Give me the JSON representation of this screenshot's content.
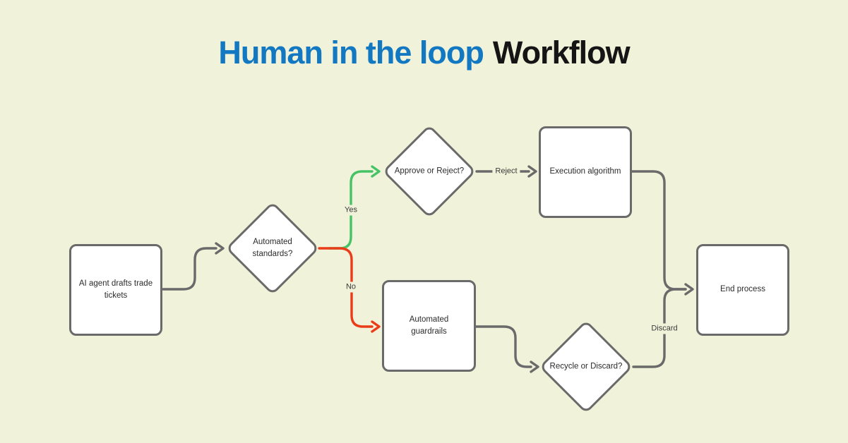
{
  "title": {
    "highlight": "Human in the loop",
    "rest": "Workflow"
  },
  "nodes": {
    "ai_agent": "AI agent drafts trade tickets",
    "automated_standards": "Automated standards?",
    "approve_reject": "Approve or Reject?",
    "execution_algorithm": "Execution algorithm",
    "automated_guardrails": "Automated guardrails",
    "recycle_discard": "Recycle or Discard?",
    "end_process": "End process"
  },
  "edge_labels": {
    "yes": "Yes",
    "no": "No",
    "reject": "Reject",
    "discard": "Discard"
  },
  "colors": {
    "background": "#f1f2da",
    "stroke_gray": "#6a6a6a",
    "yes_green": "#46c364",
    "no_red": "#ea3c18",
    "title_accent": "#1278c2",
    "title_dark": "#151515",
    "node_text": "#2b2b2b",
    "node_fill": "#ffffff",
    "label_text": "#3a3a3a"
  }
}
